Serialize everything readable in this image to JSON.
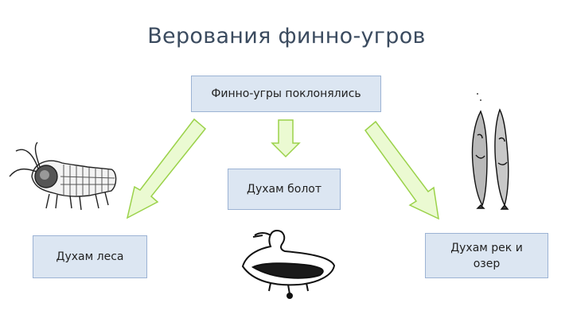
{
  "title": "Верования финно-угров",
  "nodes": {
    "top": "Финно-угры поклонялись",
    "center": "Духам болот",
    "left": "Духам леса",
    "right_line1": "Духам рек и",
    "right_line2": "озер"
  },
  "colors": {
    "box_fill": "#dce6f2",
    "box_border": "#9cb3d4",
    "arrow_fill": "#ebfad2",
    "arrow_stroke": "#9bd24a",
    "title_color": "#3b4b5f"
  },
  "images": [
    "beetle-illustration",
    "duck-amulet-illustration",
    "fish-amulets-illustration"
  ]
}
